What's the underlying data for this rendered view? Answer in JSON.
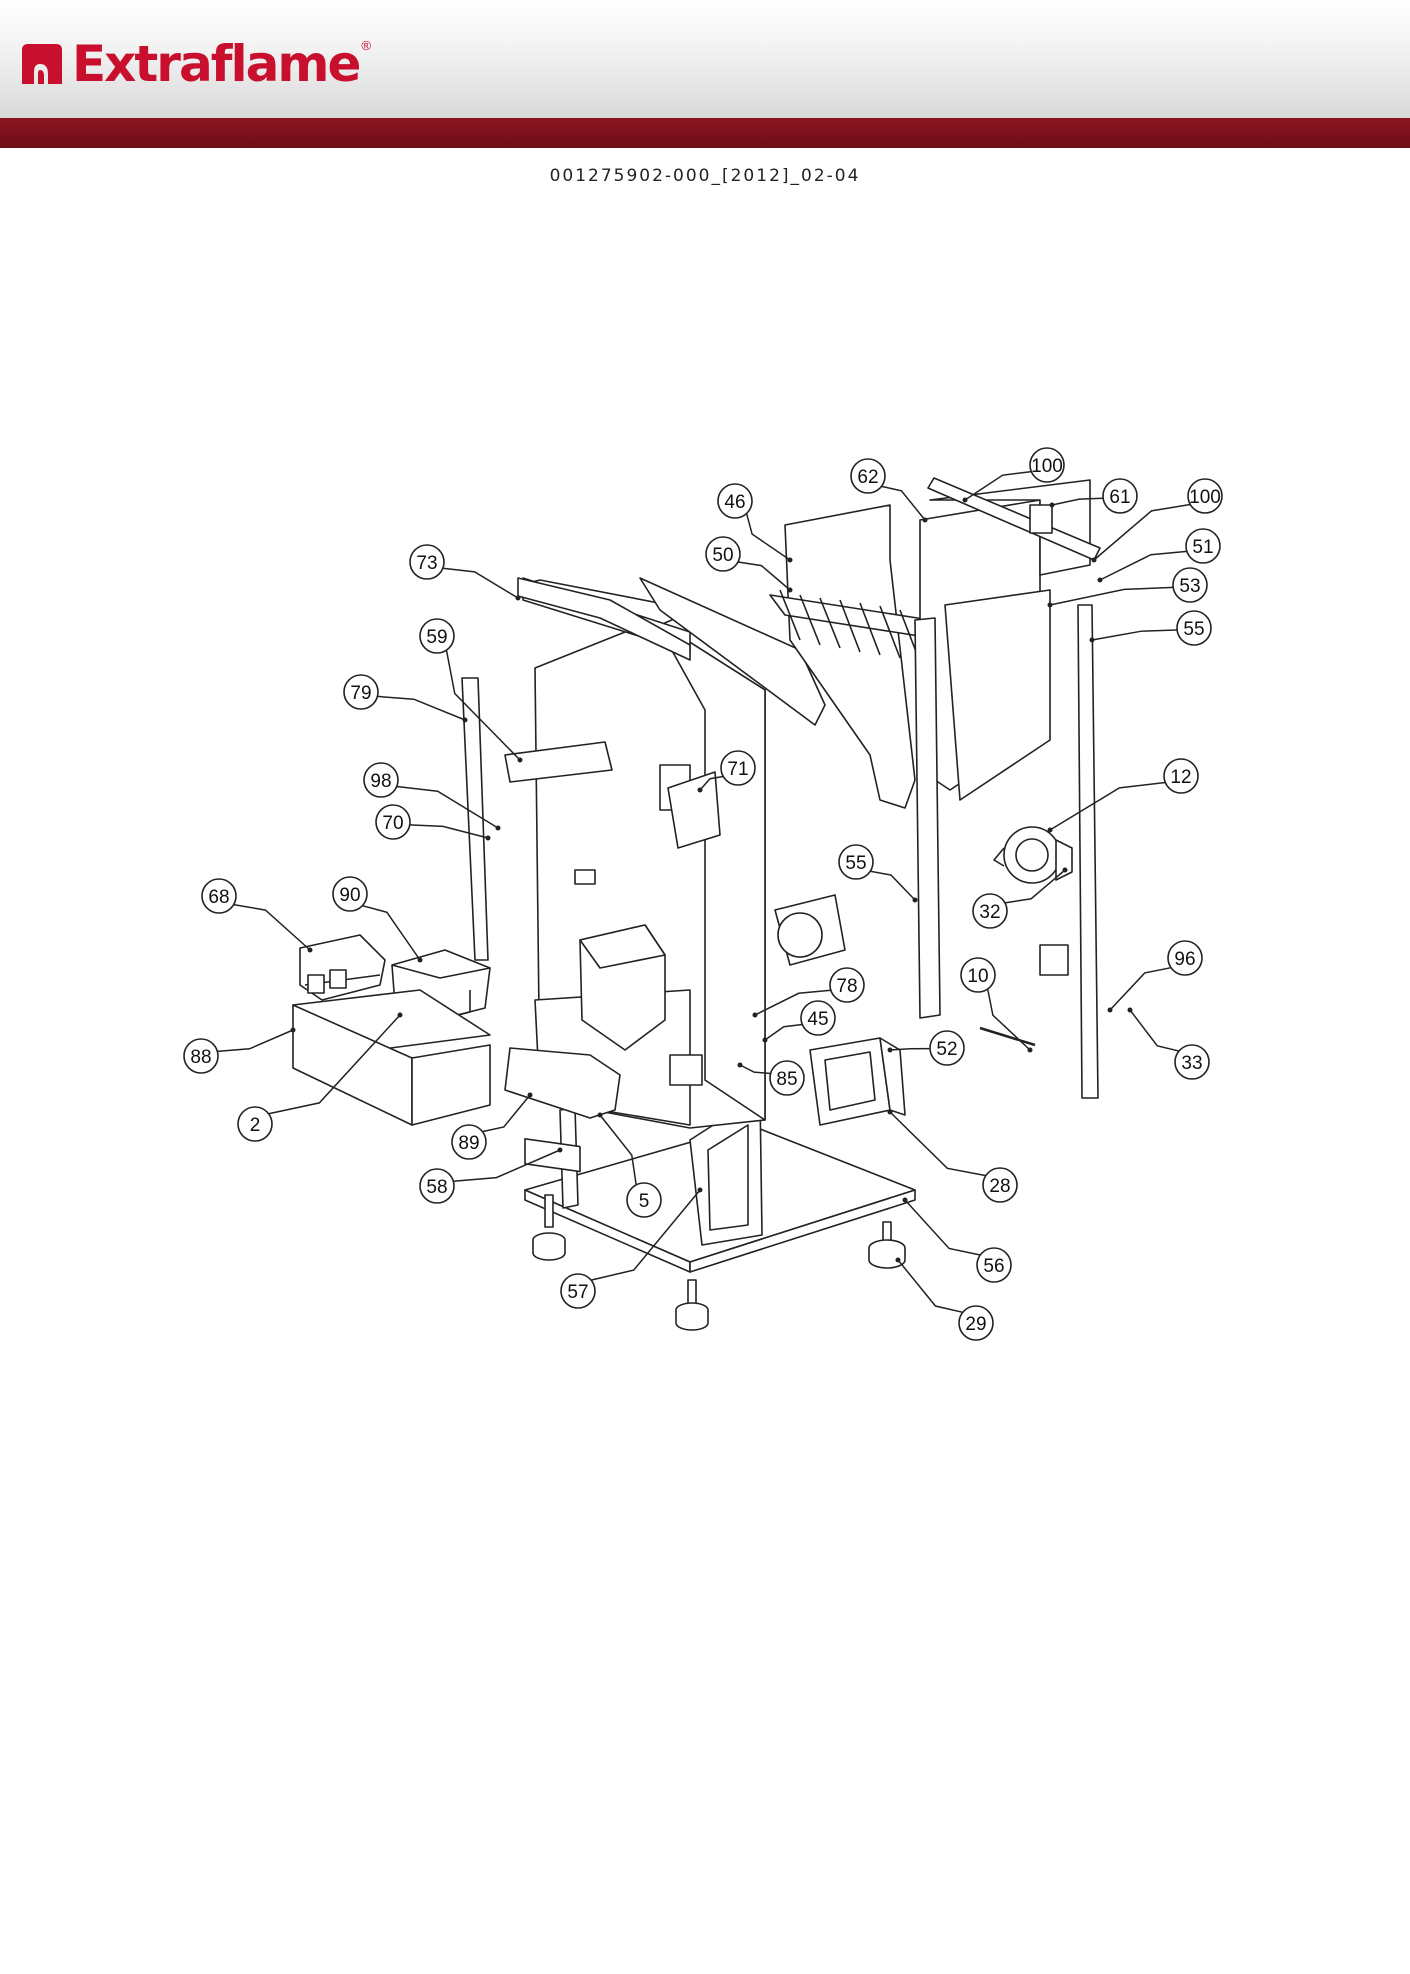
{
  "brand": {
    "name": "Extraflame",
    "registered_mark": "®",
    "color": "#c8102e",
    "bar_color": "#7a111b"
  },
  "document": {
    "code": "001275902-000_[2012]_02-04"
  },
  "callouts": [
    "100",
    "62",
    "61",
    "100",
    "46",
    "51",
    "50",
    "53",
    "73",
    "55",
    "59",
    "79",
    "71",
    "12",
    "98",
    "70",
    "55",
    "68",
    "90",
    "32",
    "96",
    "10",
    "78",
    "45",
    "52",
    "88",
    "85",
    "33",
    "2",
    "89",
    "28",
    "58",
    "5",
    "56",
    "57",
    "29"
  ]
}
